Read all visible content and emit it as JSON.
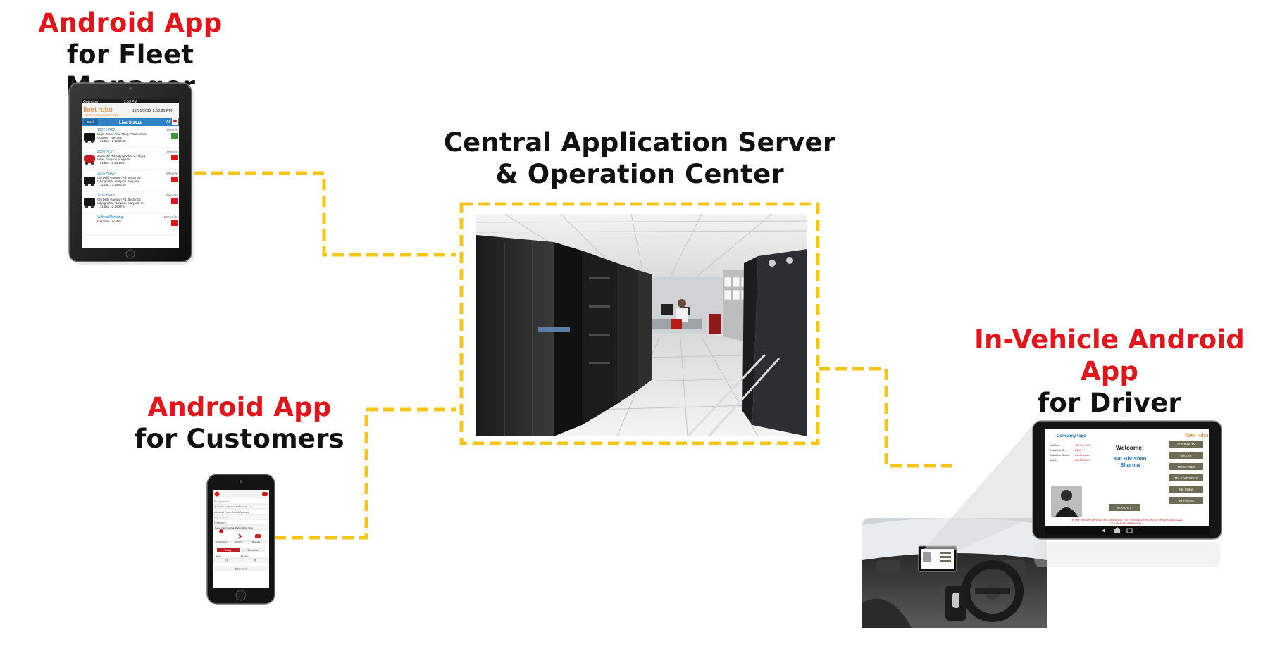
{
  "labels": {
    "fleet_manager": {
      "line1": "Android App",
      "line2": "for Fleet Manager"
    },
    "central": {
      "line1": "Central Application Server",
      "line2": "& Operation Center"
    },
    "customers": {
      "line1": "Android App",
      "line2": "for Customers"
    },
    "driver": {
      "line1": "In-Vehicle Android App",
      "line2": "for Driver"
    }
  },
  "colors": {
    "accent_red": "#e4141b",
    "connector_yellow": "#f5c518",
    "text_dark": "#111111"
  },
  "fleet_tablet": {
    "carrier": "Optimizer",
    "clock": "2:53 PM",
    "brand": "fleet robo",
    "brand_sub": "VEHICLE TRACKING SYSTEM",
    "datetime": "12/31/2012 2:53:25 PM",
    "back_label": "Back",
    "screen_title": "Live Status",
    "all_label": "All",
    "rows": [
      {
        "id": "1002 HR62",
        "speed": "0 Km/hr",
        "addr1": "Major Sushil Aima Marg, Palam Vihar,",
        "addr2": "Gurgaon, Haryana",
        "time": "31 Dec 12 14:53:18"
      },
      {
        "id": "9000TEST",
        "speed": "0 Km/hr",
        "addr1": "Jwala Mill Rd, Udyog Vihar V, Udyog",
        "addr2": "Vihar, Gurgaon, Haryana",
        "time": "31 Dec 12 14:43:04"
      },
      {
        "id": "1005 HR62",
        "speed": "0 Km/hr",
        "addr1": "Old Delhi Gurgaon Rd, Sector 19,",
        "addr2": "Udyog Vihar, Gurgaon, Haryana",
        "time": "31 Dec 12 14:53:18"
      },
      {
        "id": "1006 HR63",
        "speed": "0 Km/hr",
        "addr1": "Old Delhi Gurgaon Rd, Sector 19,",
        "addr2": "Udyog Vihar, Gurgaon, Haryana, In...",
        "time": "31 Dec 12 14:28:24"
      },
      {
        "id": "WithoutMetering",
        "speed": "12 Km/hr",
        "addr1": "Unknown Location",
        "addr2": "",
        "time": ""
      }
    ]
  },
  "driver_tablet": {
    "company_logo": "Company logo",
    "brand": "fleet robo",
    "cab_no_label": "Cab No",
    "cab_no": "HR Test 0071",
    "chauffeur_id_label": "Chauffeur ID",
    "chauffeur_id": "2306",
    "chauffeur_name_label": "Chauffeur Name",
    "chauffeur_name": "Kul Bhushan",
    "mobile_label": "Mobile",
    "mobile": "9820520507",
    "welcome": "Welcome!",
    "driver_name_1": "Kul Bhushan",
    "driver_name_2": "Sharma",
    "logout": "LOGOUT",
    "buttons": [
      "CURB-DUTY",
      "BREAK",
      "MESSAGES",
      "MY STATISTICS",
      "Set Status",
      "MY ASSIST"
    ],
    "warning_1": "IF THE PERSON DRIVING THIS CAB IS NOT THE PERSON IN THIS PHOTO THEN PLEASE CALL",
    "warning_2": "022-63636363 IMMEDIATELY"
  },
  "customer_phone": {
    "pickup_label": "Pick up from?",
    "pickup_value": "Santa Nenu, Mumbai, Maharashtra, In",
    "additional_label": "Additional Pickup Details(Optional)",
    "additional_placeholder": "e.g. Landmark",
    "destination_label": "Destination?",
    "destination_value": "Cama, New Mumbai, Maharashtra, India",
    "option_1": "My Location",
    "option_2": "Airports",
    "option_3": "Recents",
    "toggle_1": "Today",
    "toggle_2": "Tomorrow",
    "time_label": "Hours",
    "time_value": "19",
    "min_label": "Minutes",
    "min_value": "40",
    "book_label": "Book now"
  }
}
